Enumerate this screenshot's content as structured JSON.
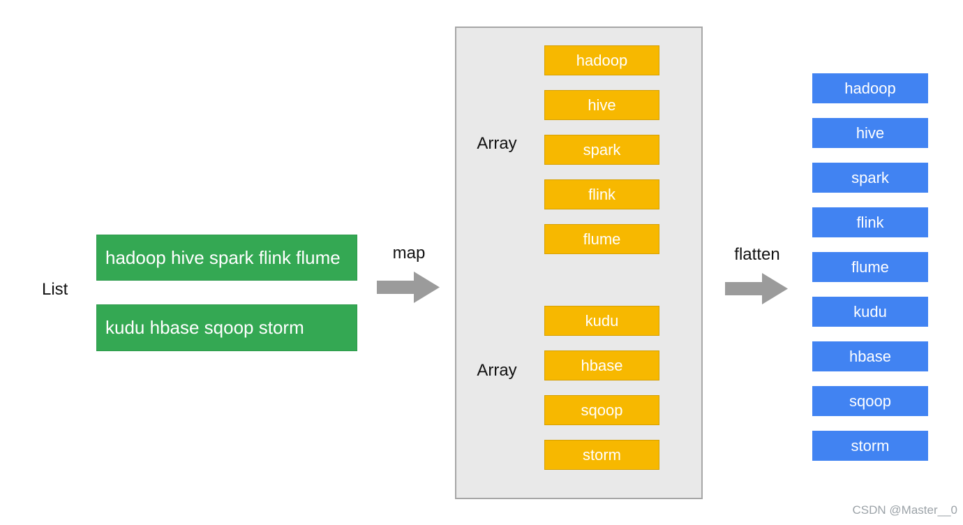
{
  "colors": {
    "green": "#34A853",
    "green-border": "#2D9A4B",
    "orange": "#F7B800",
    "orange-border": "#D6A000",
    "blue": "#4183F2",
    "arrow-gray": "#9B9B9B",
    "panel-bg": "#E9E9E9",
    "panel-border": "#A6A6A6",
    "label-text": "#111111",
    "box-text": "#FFFFFF",
    "watermark-text": "#9CA3A8"
  },
  "list": {
    "label": "List",
    "items": [
      "hadoop hive spark flink flume",
      "kudu hbase sqoop storm"
    ]
  },
  "map_step": {
    "label": "map",
    "icon": "right-block-arrow-icon"
  },
  "middle": {
    "group1": {
      "label": "Array",
      "items": [
        "hadoop",
        "hive",
        "spark",
        "flink",
        "flume"
      ]
    },
    "group2": {
      "label": "Array",
      "items": [
        "kudu",
        "hbase",
        "sqoop",
        "storm"
      ]
    }
  },
  "flatten_step": {
    "label": "flatten",
    "icon": "right-block-arrow-icon"
  },
  "result": {
    "items": [
      "hadoop",
      "hive",
      "spark",
      "flink",
      "flume",
      "kudu",
      "hbase",
      "sqoop",
      "storm"
    ]
  },
  "watermark": "CSDN @Master__0"
}
